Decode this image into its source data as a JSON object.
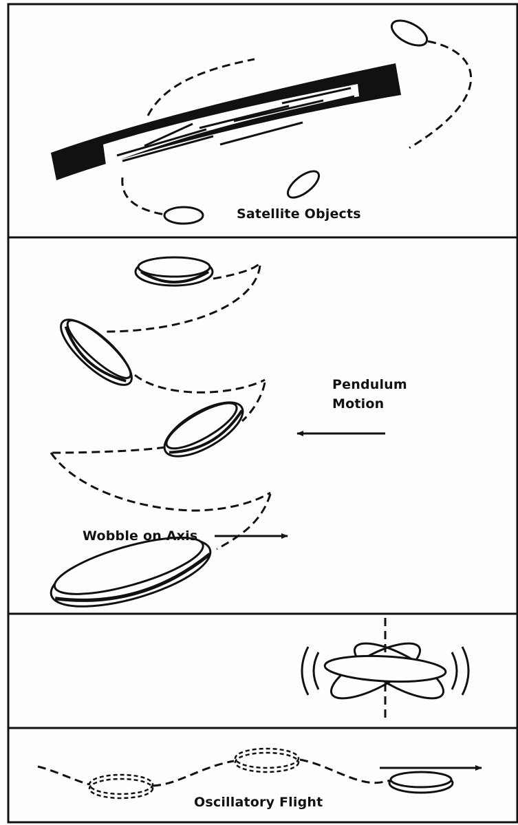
{
  "panels": [
    {
      "id": "satellite",
      "label": "Satellite Objects"
    },
    {
      "id": "pendulum",
      "label_line1": "Pendulum",
      "label_line2": "Motion"
    },
    {
      "id": "wobble",
      "label": "Wobble on Axis"
    },
    {
      "id": "oscillatory",
      "label": "Oscillatory Flight"
    }
  ],
  "colors": {
    "ink": "#111111",
    "paper": "#fdfdfd"
  },
  "icons": [
    "arrow-left-icon",
    "arrow-right-icon"
  ]
}
